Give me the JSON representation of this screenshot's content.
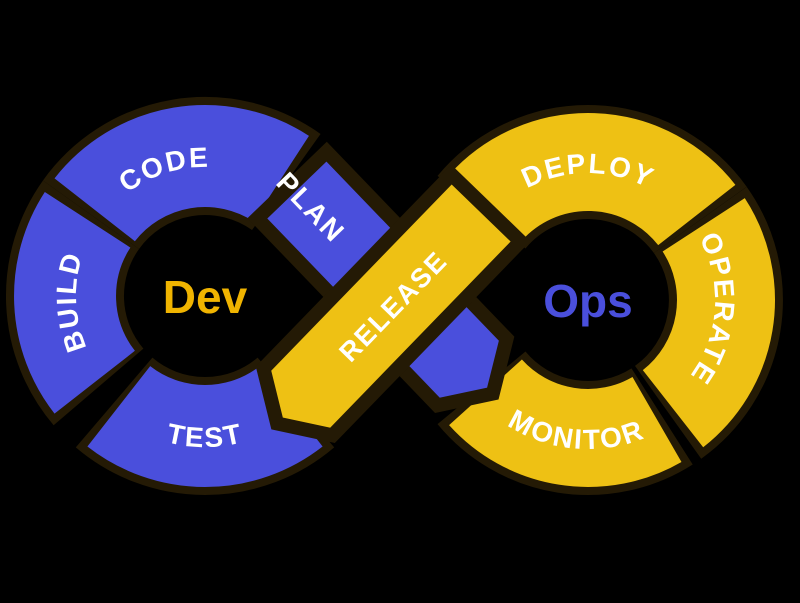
{
  "diagram": {
    "name": "devops-infinity-loop",
    "centers": {
      "dev": "Dev",
      "ops": "Ops"
    },
    "segments": {
      "plan": "PLAN",
      "code": "CODE",
      "build": "BUILD",
      "test": "TEST",
      "release": "RELEASE",
      "deploy": "DEPLOY",
      "operate": "OPERATE",
      "monitor": "MONITOR"
    },
    "colors": {
      "background": "#000000",
      "dev_blue": "#4a4fdc",
      "ops_gold": "#eec114",
      "outline": "#241a05",
      "label_text": "#ffffff",
      "dev_label": "#f0b400",
      "ops_label": "#4a4fdc"
    }
  }
}
